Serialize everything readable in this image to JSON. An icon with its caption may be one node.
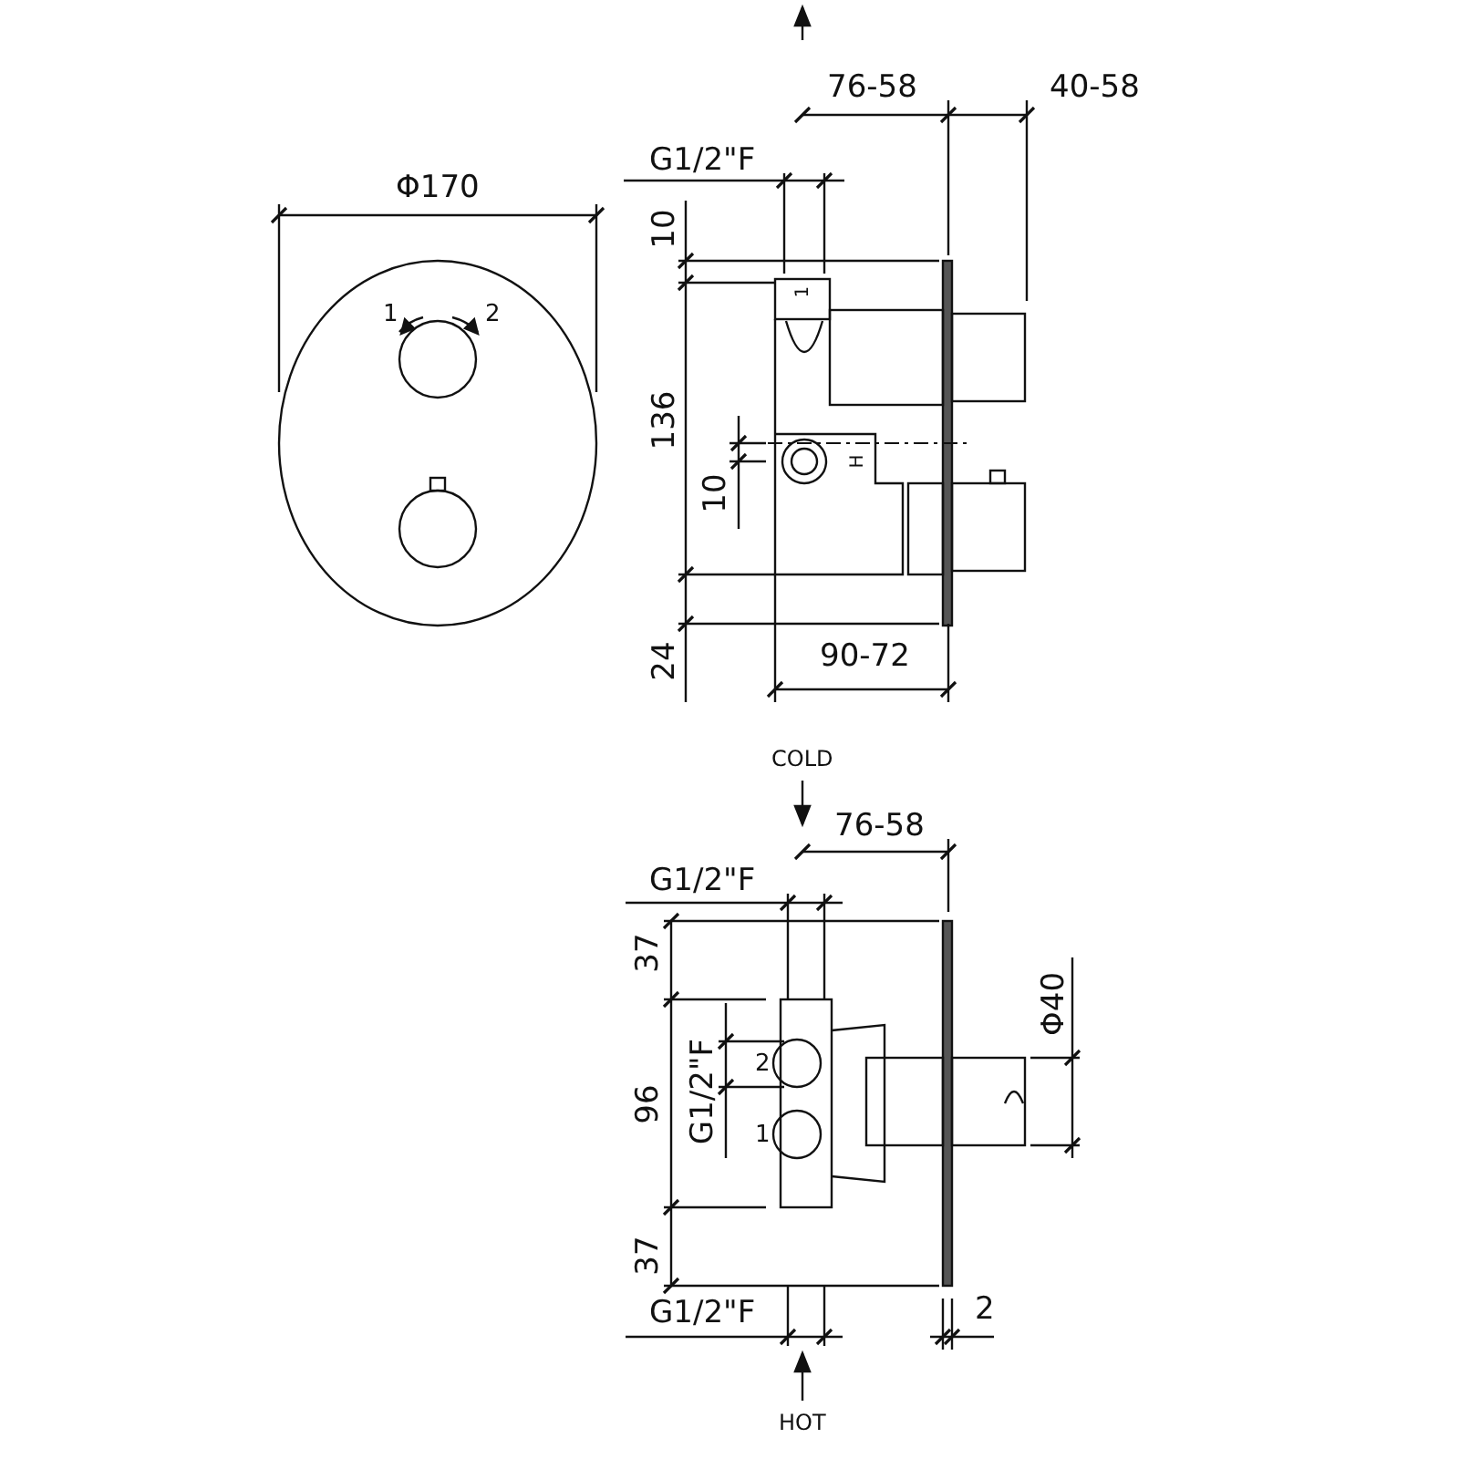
{
  "diagram": {
    "labels": [
      "76-58",
      "40-58",
      "Φ170",
      "G1/2\"F",
      "10",
      "1",
      "2",
      "1",
      "136",
      "H",
      "10",
      "24",
      "90-72",
      "COLD",
      "76-58",
      "G1/2\"F",
      "37",
      "Φ40",
      "G1/2\"F",
      "96",
      "2",
      "1",
      "37",
      "G1/2\"F",
      "2",
      "HOT"
    ]
  }
}
